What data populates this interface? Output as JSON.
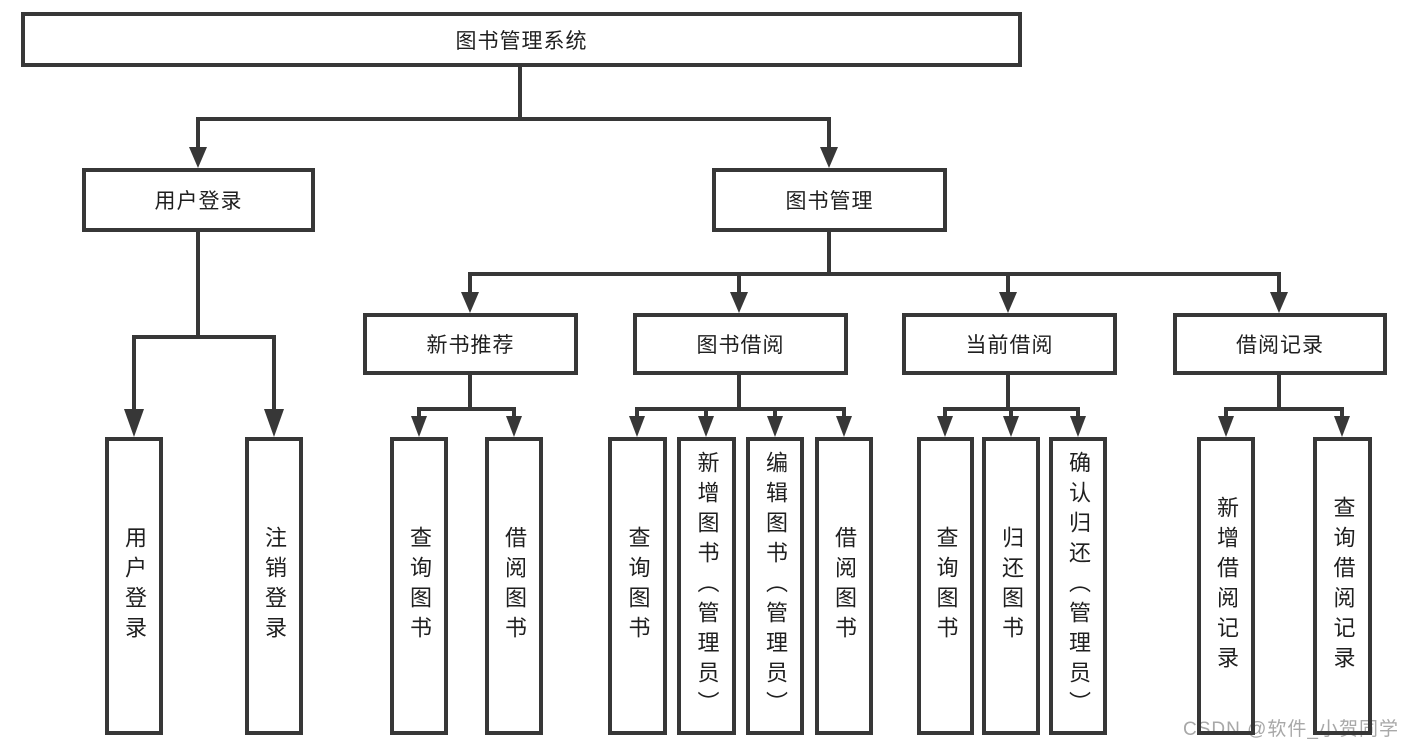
{
  "diagram": {
    "root": {
      "label": "图书管理系统"
    },
    "branches": [
      {
        "label": "用户登录",
        "children": [
          {
            "label": "用户登录"
          },
          {
            "label": "注销登录"
          }
        ]
      },
      {
        "label": "图书管理",
        "children": [
          {
            "label": "新书推荐",
            "children": [
              {
                "label": "查询图书"
              },
              {
                "label": "借阅图书"
              }
            ]
          },
          {
            "label": "图书借阅",
            "children": [
              {
                "label": "查询图书"
              },
              {
                "label": "新增图书（管理员）"
              },
              {
                "label": "编辑图书（管理员）"
              },
              {
                "label": "借阅图书"
              }
            ]
          },
          {
            "label": "当前借阅",
            "children": [
              {
                "label": "查询图书"
              },
              {
                "label": "归还图书"
              },
              {
                "label": "确认归还（管理员）"
              }
            ]
          },
          {
            "label": "借阅记录",
            "children": [
              {
                "label": "新增借阅记录"
              },
              {
                "label": "查询借阅记录"
              }
            ]
          }
        ]
      }
    ]
  },
  "watermark": {
    "text": "CSDN @软件_小贺同学"
  },
  "colors": {
    "line": "#373737",
    "text": "#1f1f1f",
    "watermark": "#a8a8a8",
    "background": "#ffffff"
  }
}
